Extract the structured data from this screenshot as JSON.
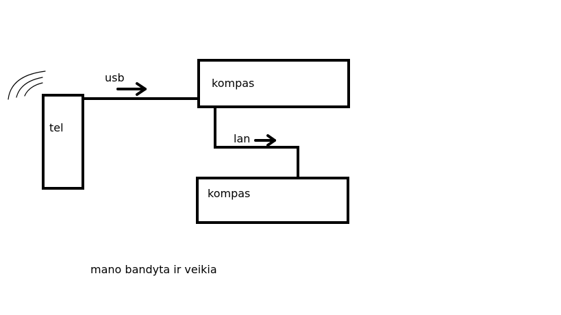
{
  "diagram": {
    "phone": {
      "label": "tel"
    },
    "computer_1": {
      "label": "kompas"
    },
    "computer_2": {
      "label": "kompas"
    },
    "link_usb": {
      "label": "usb"
    },
    "link_lan": {
      "label": "lan"
    },
    "caption": "mano bandyta ir veikia"
  },
  "colors": {
    "stroke": "#000000",
    "background": "#ffffff"
  },
  "icons": {
    "wireless": "wifi-signal-icon"
  }
}
